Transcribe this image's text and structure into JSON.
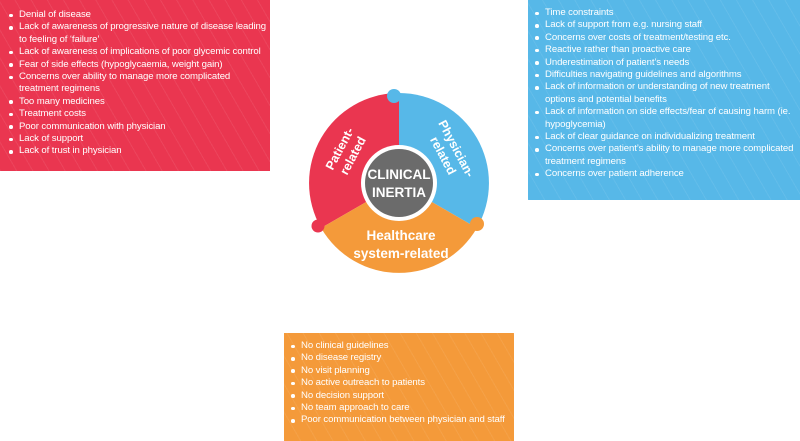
{
  "center": {
    "line1": "CLINICAL",
    "line2": "INERTIA"
  },
  "segments": {
    "patient": {
      "line1": "Patient-",
      "line2": "related"
    },
    "physician": {
      "line1": "Physician-",
      "line2": "related"
    },
    "system": {
      "line1": "Healthcare",
      "line2": "system-related"
    }
  },
  "colors": {
    "patient": "#ea3650",
    "physician": "#57b8e8",
    "system": "#f49a3a",
    "center": "#6b6b6b"
  },
  "patient_box": {
    "items": [
      "Denial of disease",
      "Lack of awareness of progressive nature of disease leading to feeling of ‘failure’",
      "Lack of awareness of implications of poor glycemic control",
      "Fear of side effects (hypoglycaemia, weight gain)",
      "Concerns over ability to manage more complicated treatment regimens",
      "Too many medicines",
      "Treatment costs",
      "Poor communication with physician",
      "Lack of support",
      "Lack of trust in physician"
    ]
  },
  "physician_box": {
    "items": [
      "Time constraints",
      "Lack of support from e.g. nursing staff",
      "Concerns over costs of treatment/testing etc.",
      "Reactive rather than proactive care",
      "Underestimation of patient’s needs",
      "Difficulties navigating guidelines and algorithms",
      "Lack of information or understanding of new treatment options and potential benefits",
      "Lack of information on side effects/fear of causing harm (ie. hypoglycemia)",
      "Lack of clear guidance on individualizing treatment",
      "Concerns over patient’s ability to manage more complicated treatment regimens",
      "Concerns over patient adherence"
    ]
  },
  "system_box": {
    "items": [
      "No clinical guidelines",
      "No disease registry",
      "No visit planning",
      "No active outreach to patients",
      "No decision support",
      "No team approach to care",
      "Poor communication between physician and staff"
    ]
  }
}
